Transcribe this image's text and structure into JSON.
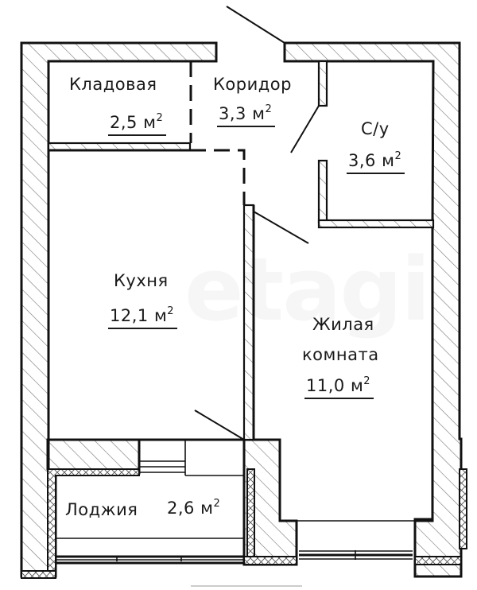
{
  "plan": {
    "watermark": "etagi",
    "unit": "м",
    "unit_superscript": "2",
    "rooms": [
      {
        "id": "storage",
        "name": "Кладовая",
        "area": "2,5"
      },
      {
        "id": "corridor",
        "name": "Коридор",
        "area": "3,3"
      },
      {
        "id": "bathroom",
        "name": "С/у",
        "area": "3,6"
      },
      {
        "id": "kitchen",
        "name": "Кухня",
        "area": "12,1"
      },
      {
        "id": "living-room",
        "name": "Жилая",
        "name_line2": "комната",
        "area": "11,0"
      },
      {
        "id": "loggia",
        "name": "Лоджия",
        "area": "2,6"
      }
    ]
  }
}
